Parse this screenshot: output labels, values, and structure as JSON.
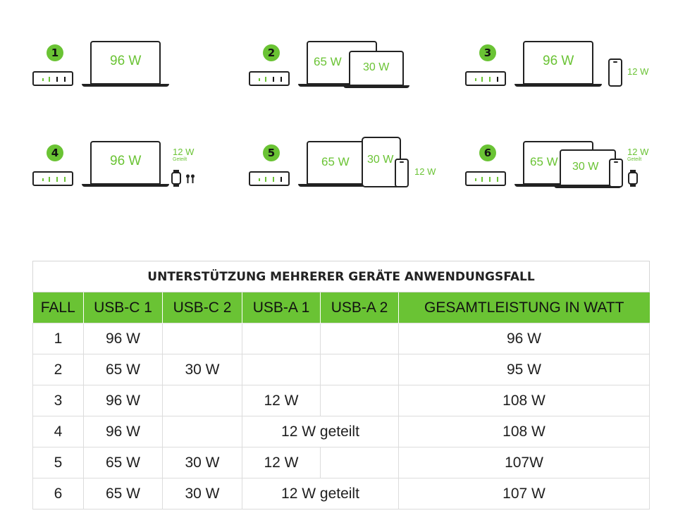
{
  "scenarios": [
    {
      "number": "1",
      "labels": [
        "96 W"
      ]
    },
    {
      "number": "2",
      "labels": [
        "65 W",
        "30 W"
      ]
    },
    {
      "number": "3",
      "labels": [
        "96 W",
        "12 W"
      ]
    },
    {
      "number": "4",
      "labels": [
        "96 W",
        "12 W",
        "Geteilt"
      ]
    },
    {
      "number": "5",
      "labels": [
        "65 W",
        "30 W",
        "12 W"
      ]
    },
    {
      "number": "6",
      "labels": [
        "65 W",
        "30 W",
        "12 W",
        "Geteilt"
      ]
    }
  ],
  "table": {
    "caption": "UNTERSTÜTZUNG MEHRERER GERÄTE ANWENDUNGSFALL",
    "headers": [
      "FALL",
      "USB-C 1",
      "USB-C 2",
      "USB-A 1",
      "USB-A 2",
      "GESAMTLEISTUNG IN WATT"
    ],
    "rows": [
      {
        "fall": "1",
        "usbc1": "96 W",
        "usbc2": "",
        "usba1": "",
        "usba2": "",
        "total": "96 W"
      },
      {
        "fall": "2",
        "usbc1": "65 W",
        "usbc2": "30 W",
        "usba1": "",
        "usba2": "",
        "total": "95 W"
      },
      {
        "fall": "3",
        "usbc1": "96 W",
        "usbc2": "",
        "usba1": "12 W",
        "usba2": "",
        "total": "108 W"
      },
      {
        "fall": "4",
        "usbc1": "96 W",
        "usbc2": "",
        "usba_shared": "12 W geteilt",
        "total": "108 W"
      },
      {
        "fall": "5",
        "usbc1": "65 W",
        "usbc2": "30 W",
        "usba1": "12 W",
        "usba2": "",
        "total": "107W"
      },
      {
        "fall": "6",
        "usbc1": "65 W",
        "usbc2": "30 W",
        "usba_shared": "12 W geteilt",
        "total": "107 W"
      }
    ]
  },
  "colors": {
    "accent": "#6ac334",
    "outline": "#222222",
    "grid": "#dcdcdc"
  },
  "icons": [
    "charger-icon",
    "laptop-icon",
    "tablet-icon",
    "phone-icon",
    "smartwatch-icon",
    "earbuds-icon"
  ]
}
